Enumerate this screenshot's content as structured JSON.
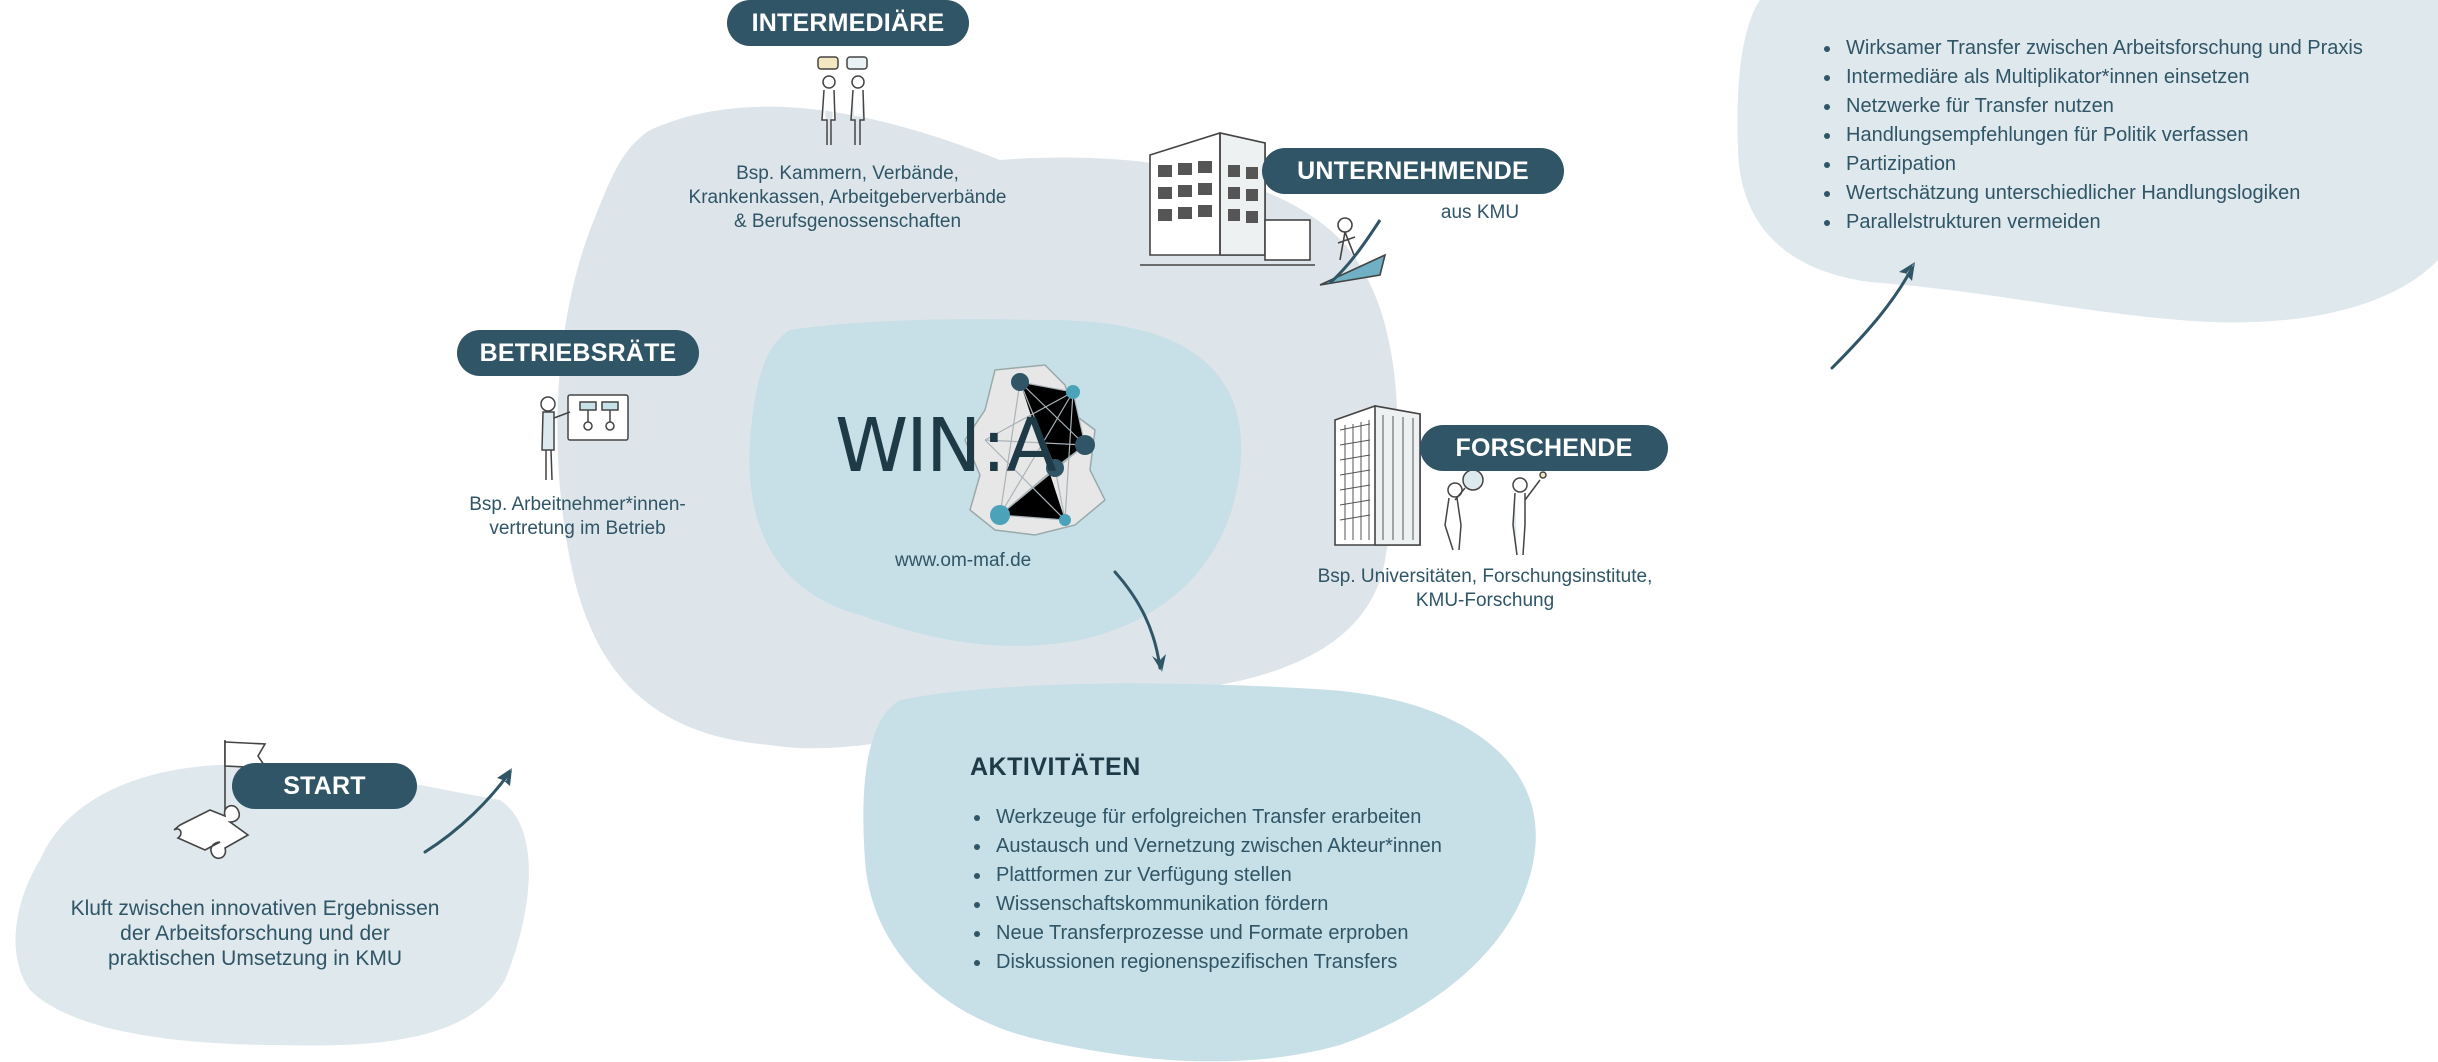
{
  "colors": {
    "pill_bg": "#2f5566",
    "blob_main": "#dde5ea",
    "blob_inner": "#c7dfe6",
    "blob_light": "#dfe8ec",
    "text": "#2f5566"
  },
  "logo": {
    "wordmark_left": "WIN",
    "wordmark_sep": ":",
    "wordmark_right": "A",
    "url": "www.om-maf.de"
  },
  "nodes": {
    "intermediaere": {
      "title": "INTERMEDIÄRE",
      "caption_lines": [
        "Bsp. Kammern, Verbände,",
        "Krankenkassen, Arbeitgeberverbände",
        "& Berufsgenossenschaften"
      ],
      "icon": "people-talking-icon"
    },
    "unternehmende": {
      "title": "UNTERNEHMENDE",
      "caption_lines": [
        "aus KMU"
      ],
      "icon": "company-building-icon"
    },
    "betriebsraete": {
      "title": "BETRIEBSRÄTE",
      "caption_lines": [
        "Bsp. Arbeitnehmer*innen-",
        "vertretung im Betrieb"
      ],
      "icon": "presenter-whiteboard-icon"
    },
    "forschende": {
      "title": "FORSCHENDE",
      "caption_lines": [
        "Bsp. Universitäten, Forschungsinstitute,",
        "KMU-Forschung"
      ],
      "icon": "research-building-icon"
    }
  },
  "start": {
    "title": "START",
    "caption_lines": [
      "Kluft zwischen innovativen Ergebnissen",
      "der Arbeitsforschung und der",
      "praktischen Umsetzung in KMU"
    ],
    "icon": "puzzle-flag-icon"
  },
  "aktivitaeten": {
    "heading": "AKTIVITÄTEN",
    "items": [
      "Werkzeuge für erfolgreichen Transfer erarbeiten",
      "Austausch und Vernetzung zwischen Akteur*innen",
      "Plattformen zur Verfügung stellen",
      "Wissenschaftskommunikation fördern",
      "Neue Transferprozesse und Formate erproben",
      "Diskussionen regionenspezifischen Transfers"
    ]
  },
  "ziele": {
    "items": [
      "Wirksamer Transfer zwischen Arbeitsforschung und Praxis",
      "Intermediäre als Multiplikator*innen einsetzen",
      "Netzwerke für Transfer nutzen",
      "Handlungsempfehlungen für Politik verfassen",
      "Partizipation",
      "Wertschätzung unterschiedlicher Handlungslogiken",
      "Parallelstrukturen vermeiden"
    ]
  }
}
